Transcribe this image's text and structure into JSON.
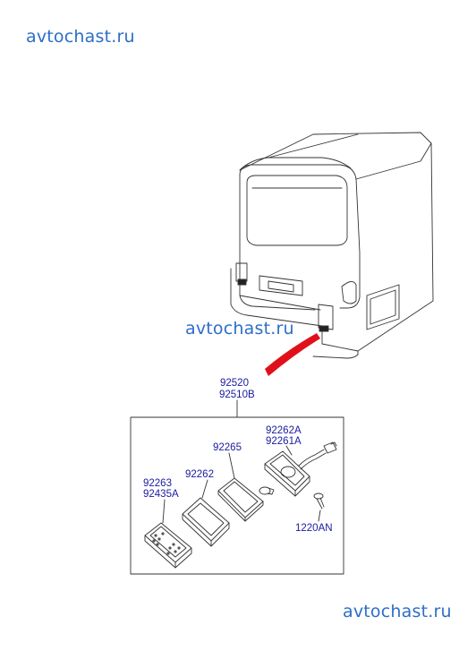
{
  "watermarks": {
    "top": "avtochast.ru",
    "middle": "avtochast.ru",
    "bottom": "avtochast.ru"
  },
  "part_numbers": {
    "assembly_primary": "92520",
    "assembly_secondary": "92510B",
    "socket_primary": "92262A",
    "socket_secondary": "92261A",
    "gasket_rear": "92265",
    "gasket_front": "92262",
    "lens_primary": "92263",
    "lens_secondary": "92435A",
    "screw": "1220AN"
  },
  "colors": {
    "watermark": "#2d6ec8",
    "part_number": "#1a1aa0",
    "pointer_arrow": "#e0101a",
    "line_art": "#333333"
  }
}
